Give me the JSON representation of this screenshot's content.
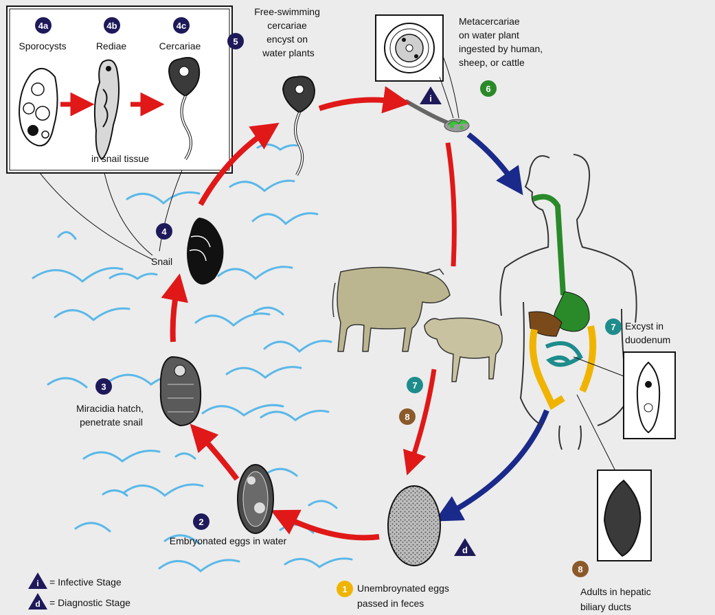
{
  "stages": {
    "s4a": {
      "badge": "4a",
      "label": "Sporocysts"
    },
    "s4b": {
      "badge": "4b",
      "label": "Rediae"
    },
    "s4c": {
      "badge": "4c",
      "label": "Cercariae"
    },
    "snail_tissue": "in snail tissue",
    "s5": {
      "badge": "5",
      "lines": [
        "Free-swimming",
        "cercariae",
        "encyst on",
        "water plants"
      ]
    },
    "s6": {
      "badge": "6",
      "lines": [
        "Metacercariae",
        "on water plant",
        "ingested by human,",
        "sheep, or cattle"
      ]
    },
    "s4": {
      "badge": "4",
      "label": "Snail"
    },
    "s3": {
      "badge": "3",
      "lines": [
        "Miracidia hatch,",
        "penetrate snail"
      ]
    },
    "s2": {
      "badge": "2",
      "label": "Embryonated eggs in water"
    },
    "s1": {
      "badge": "1",
      "lines": [
        "Unembroynated eggs",
        "passed in feces"
      ]
    },
    "s7_animal": {
      "badge": "7"
    },
    "s8_animal": {
      "badge": "8"
    },
    "s7_human": {
      "badge": "7",
      "lines": [
        "Excyst in",
        "duodenum"
      ]
    },
    "s8_human": {
      "badge": "8",
      "lines": [
        "Adults in hepatic",
        "biliary ducts"
      ]
    }
  },
  "legend": {
    "infective": {
      "symbol": "i",
      "text": "= Infective Stage"
    },
    "diagnostic": {
      "symbol": "d",
      "text": "= Diagnostic Stage"
    }
  },
  "colors": {
    "navy": "#1e1a5a",
    "green": "#2a8a2a",
    "teal": "#1f8c8c",
    "brown": "#8b5a2b",
    "yellow": "#f0b400",
    "red_arrow": "#e01818",
    "blue_arrow": "#1a2a8a",
    "water": "#5ab8e8"
  }
}
